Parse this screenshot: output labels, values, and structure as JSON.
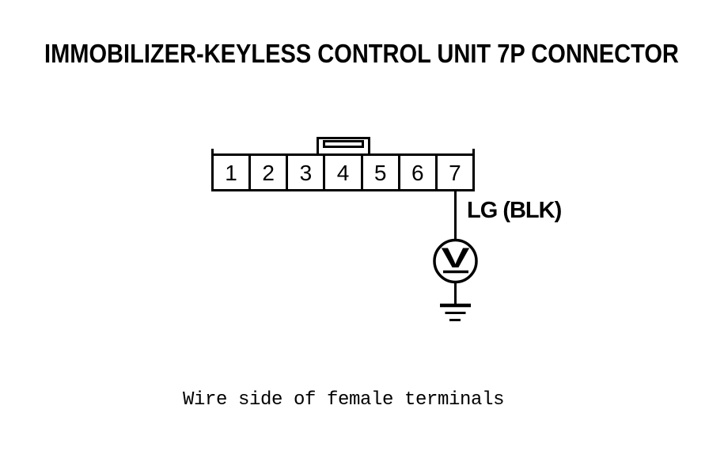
{
  "title": "IMMOBILIZER-KEYLESS CONTROL UNIT 7P CONNECTOR",
  "connector": {
    "pin_count": 7,
    "pins": [
      "1",
      "2",
      "3",
      "4",
      "5",
      "6",
      "7"
    ],
    "test_pin": "7"
  },
  "wire": {
    "label": "LG (BLK)"
  },
  "meter": {
    "symbol": "V",
    "type": "voltmeter-symbol"
  },
  "icons": {
    "ground": "ground-symbol",
    "lock_tab": "connector-lock-tab"
  },
  "caption": "Wire side of female terminals",
  "colors": {
    "ink": "#000000",
    "background": "#ffffff"
  }
}
